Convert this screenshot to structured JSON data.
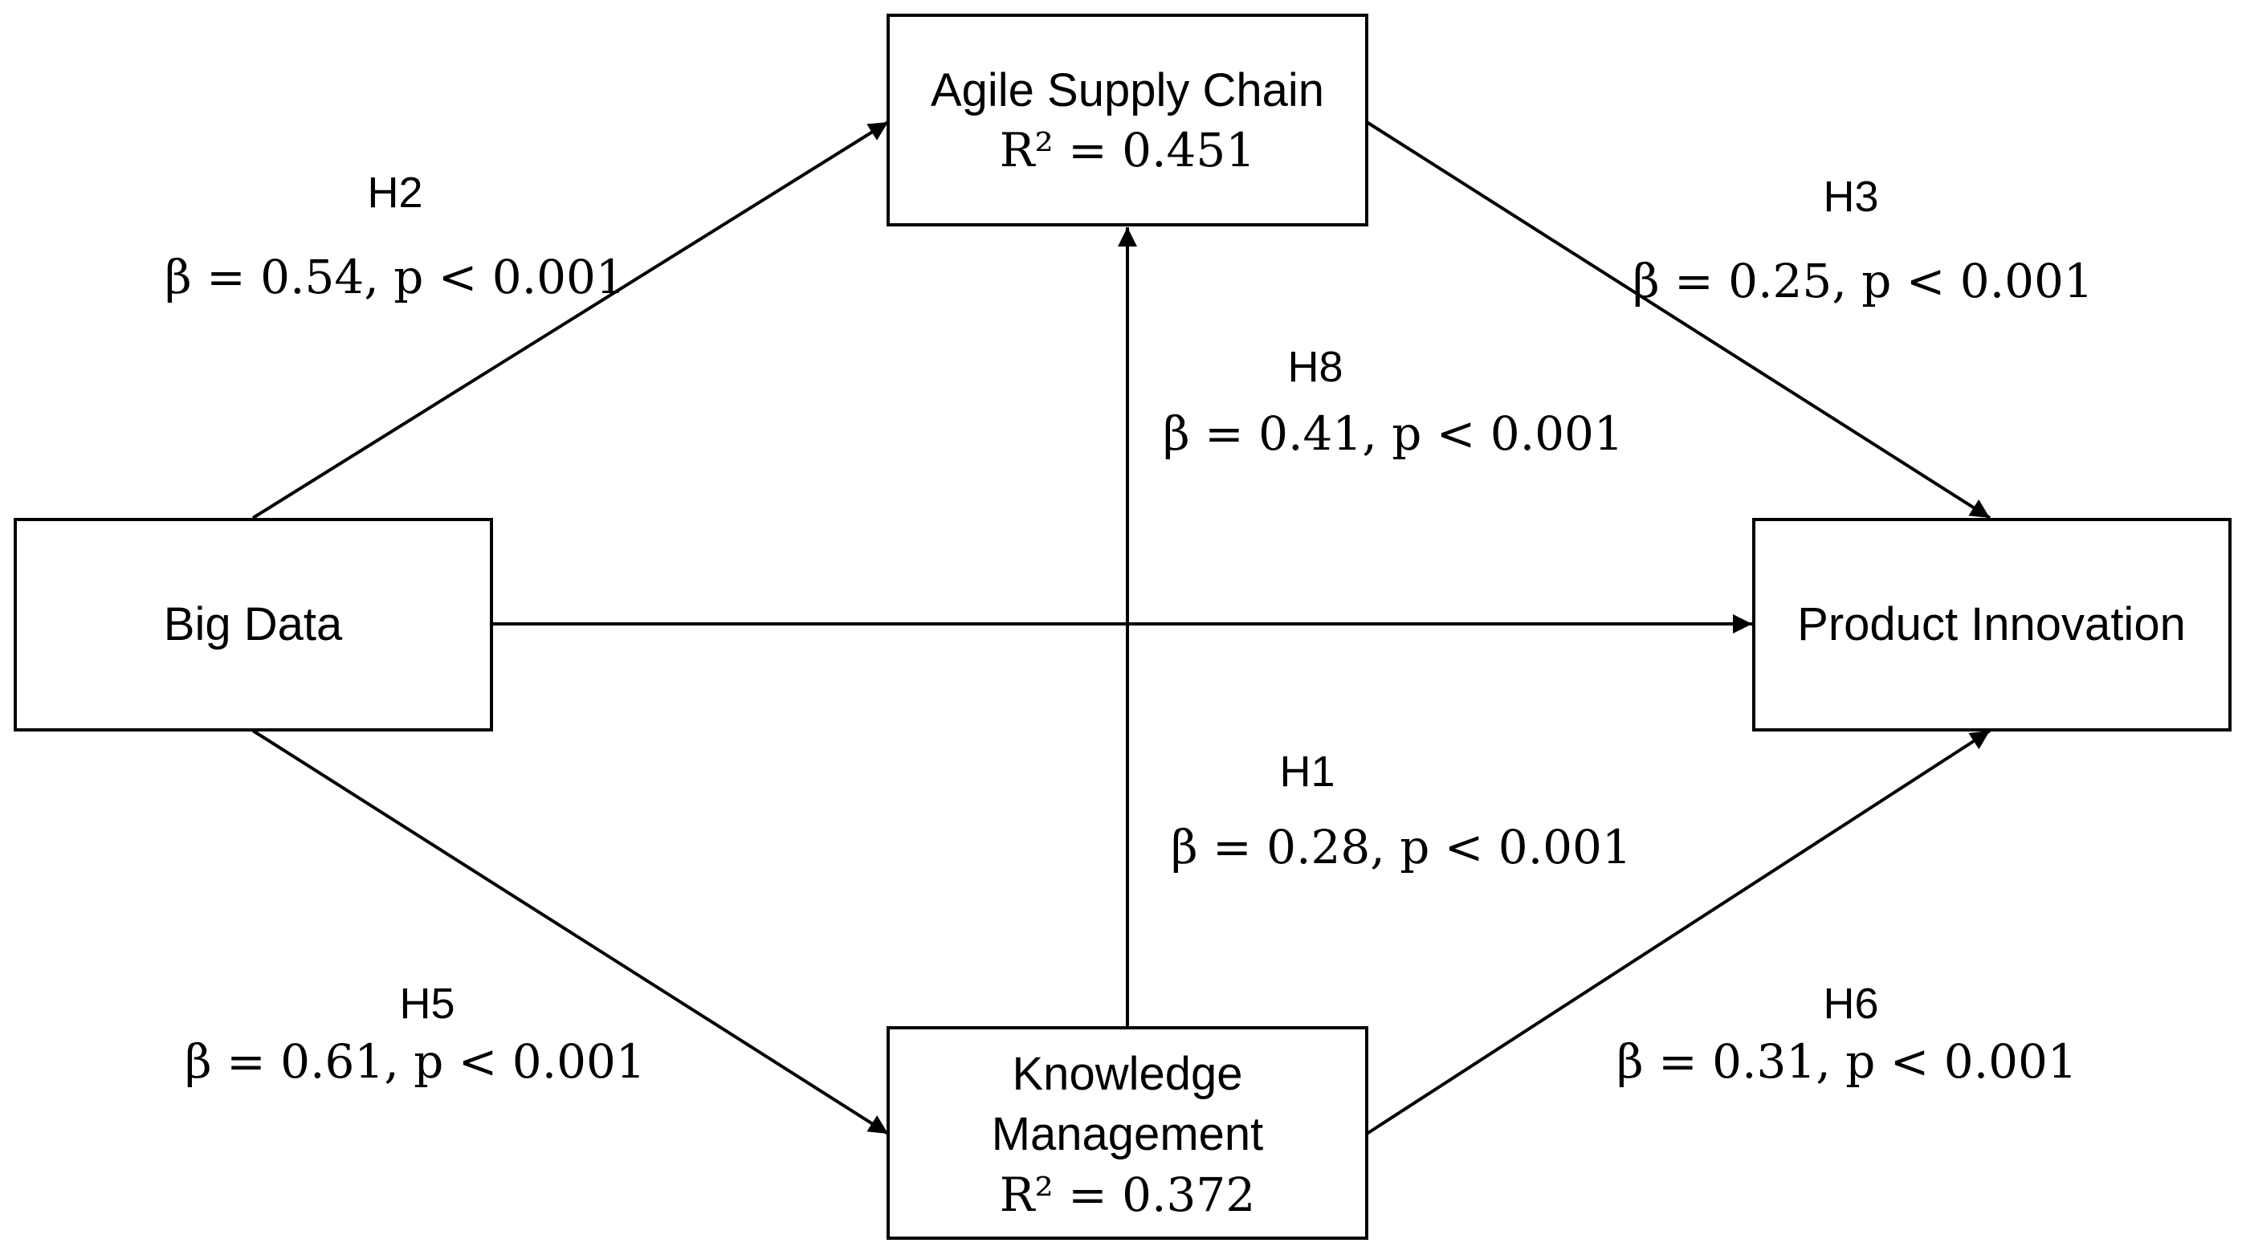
{
  "nodes": {
    "asc": {
      "label": "Agile Supply Chain",
      "r2": "R² = 0.451"
    },
    "bd": {
      "label": "Big Data"
    },
    "pi": {
      "label": "Product Innovation"
    },
    "km": {
      "label_line1": "Knowledge",
      "label_line2": "Management",
      "r2": "R² = 0.372"
    }
  },
  "paths": {
    "h2": {
      "hypothesis": "H2",
      "stat": "β = 0.54, p < 0.001"
    },
    "h3": {
      "hypothesis": "H3",
      "stat": "β = 0.25, p < 0.001"
    },
    "h8": {
      "hypothesis": "H8",
      "stat": "β = 0.41, p < 0.001"
    },
    "h1": {
      "hypothesis": "H1",
      "stat": "β = 0.28, p < 0.001"
    },
    "h5": {
      "hypothesis": "H5",
      "stat": "β = 0.61, p < 0.001"
    },
    "h6": {
      "hypothesis": "H6",
      "stat": "β = 0.31, p < 0.001"
    }
  }
}
